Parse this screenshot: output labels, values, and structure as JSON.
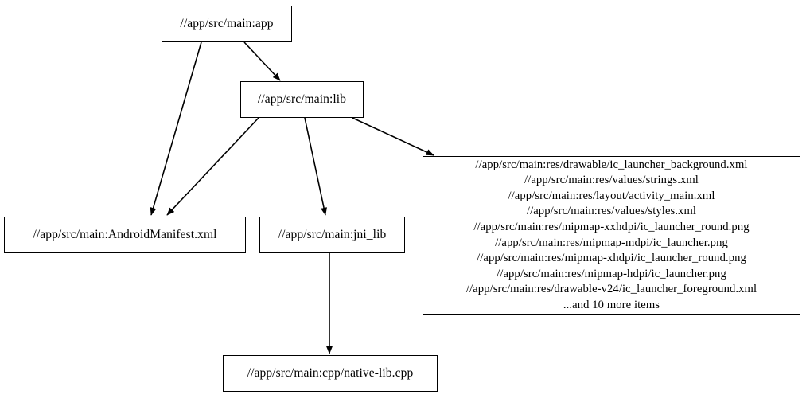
{
  "graph": {
    "type": "dependency-graph",
    "background_color": "#ffffff",
    "node_border_color": "#000000",
    "node_fill_color": "#ffffff",
    "edge_color": "#000000",
    "nodes": [
      {
        "id": "app",
        "label": "//app/src/main:app"
      },
      {
        "id": "lib",
        "label": "//app/src/main:lib"
      },
      {
        "id": "manifest",
        "label": "//app/src/main:AndroidManifest.xml"
      },
      {
        "id": "jni_lib",
        "label": "//app/src/main:jni_lib"
      },
      {
        "id": "native_lib",
        "label": "//app/src/main:cpp/native-lib.cpp"
      },
      {
        "id": "resources",
        "lines": [
          "//app/src/main:res/drawable/ic_launcher_background.xml",
          "//app/src/main:res/values/strings.xml",
          "//app/src/main:res/layout/activity_main.xml",
          "//app/src/main:res/values/styles.xml",
          "//app/src/main:res/mipmap-xxhdpi/ic_launcher_round.png",
          "//app/src/main:res/mipmap-mdpi/ic_launcher.png",
          "//app/src/main:res/mipmap-xhdpi/ic_launcher_round.png",
          "//app/src/main:res/mipmap-hdpi/ic_launcher.png",
          "//app/src/main:res/drawable-v24/ic_launcher_foreground.xml",
          "...and 10 more items"
        ],
        "label": "//app/src/main:res/drawable/ic_launcher_background.xml\n//app/src/main:res/values/strings.xml\n//app/src/main:res/layout/activity_main.xml\n//app/src/main:res/values/styles.xml\n//app/src/main:res/mipmap-xxhdpi/ic_launcher_round.png\n//app/src/main:res/mipmap-mdpi/ic_launcher.png\n//app/src/main:res/mipmap-xhdpi/ic_launcher_round.png\n//app/src/main:res/mipmap-hdpi/ic_launcher.png\n//app/src/main:res/drawable-v24/ic_launcher_foreground.xml\n...and 10 more items"
      }
    ],
    "edges": [
      {
        "from": "app",
        "to": "lib"
      },
      {
        "from": "app",
        "to": "manifest"
      },
      {
        "from": "lib",
        "to": "manifest"
      },
      {
        "from": "lib",
        "to": "jni_lib"
      },
      {
        "from": "lib",
        "to": "resources"
      },
      {
        "from": "jni_lib",
        "to": "native_lib"
      }
    ]
  }
}
